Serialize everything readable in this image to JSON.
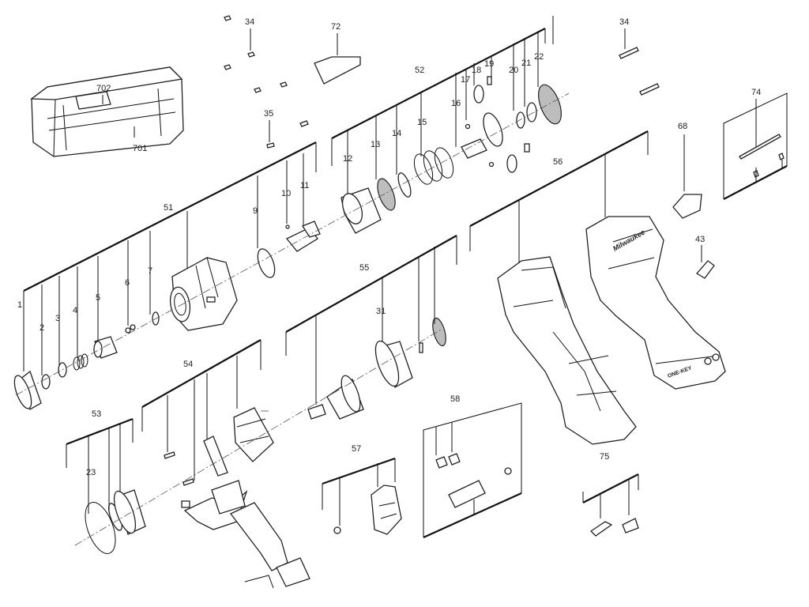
{
  "diagram": {
    "part_numbers": [
      "1",
      "2",
      "3",
      "4",
      "5",
      "6",
      "7",
      "9",
      "10",
      "11",
      "12",
      "13",
      "14",
      "15",
      "16",
      "17",
      "18",
      "19",
      "20",
      "21",
      "22",
      "23",
      "31",
      "34",
      "34",
      "35",
      "43",
      "51",
      "52",
      "53",
      "54",
      "55",
      "56",
      "57",
      "58",
      "68",
      "72",
      "74",
      "75",
      "701",
      "702"
    ],
    "branding": [
      "Milwaukee",
      "ONE-KEY"
    ]
  }
}
